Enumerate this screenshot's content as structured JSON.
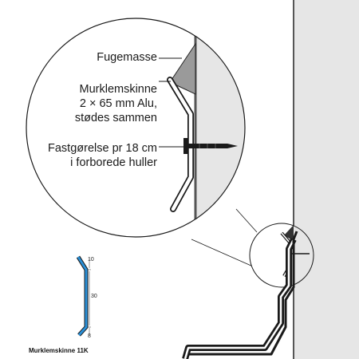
{
  "labels": {
    "fugemasse": "Fugemasse",
    "murklem_line1": "Murklemskinne",
    "murklem_line2": "2 × 65 mm Alu,",
    "murklem_line3": "stødes sammen",
    "fast_line1": "Fastgørelse pr 18 cm",
    "fast_line2": "i forborede huller"
  },
  "profile": {
    "dim_top": "10",
    "dim_mid": "30",
    "dim_bottom": "8",
    "caption": "Murklemskinne 11K"
  },
  "colors": {
    "wall": "#e6e6e6",
    "sealant": "#9a9a9a",
    "profile": "#2a8fd6",
    "line": "#1a1a1a"
  }
}
